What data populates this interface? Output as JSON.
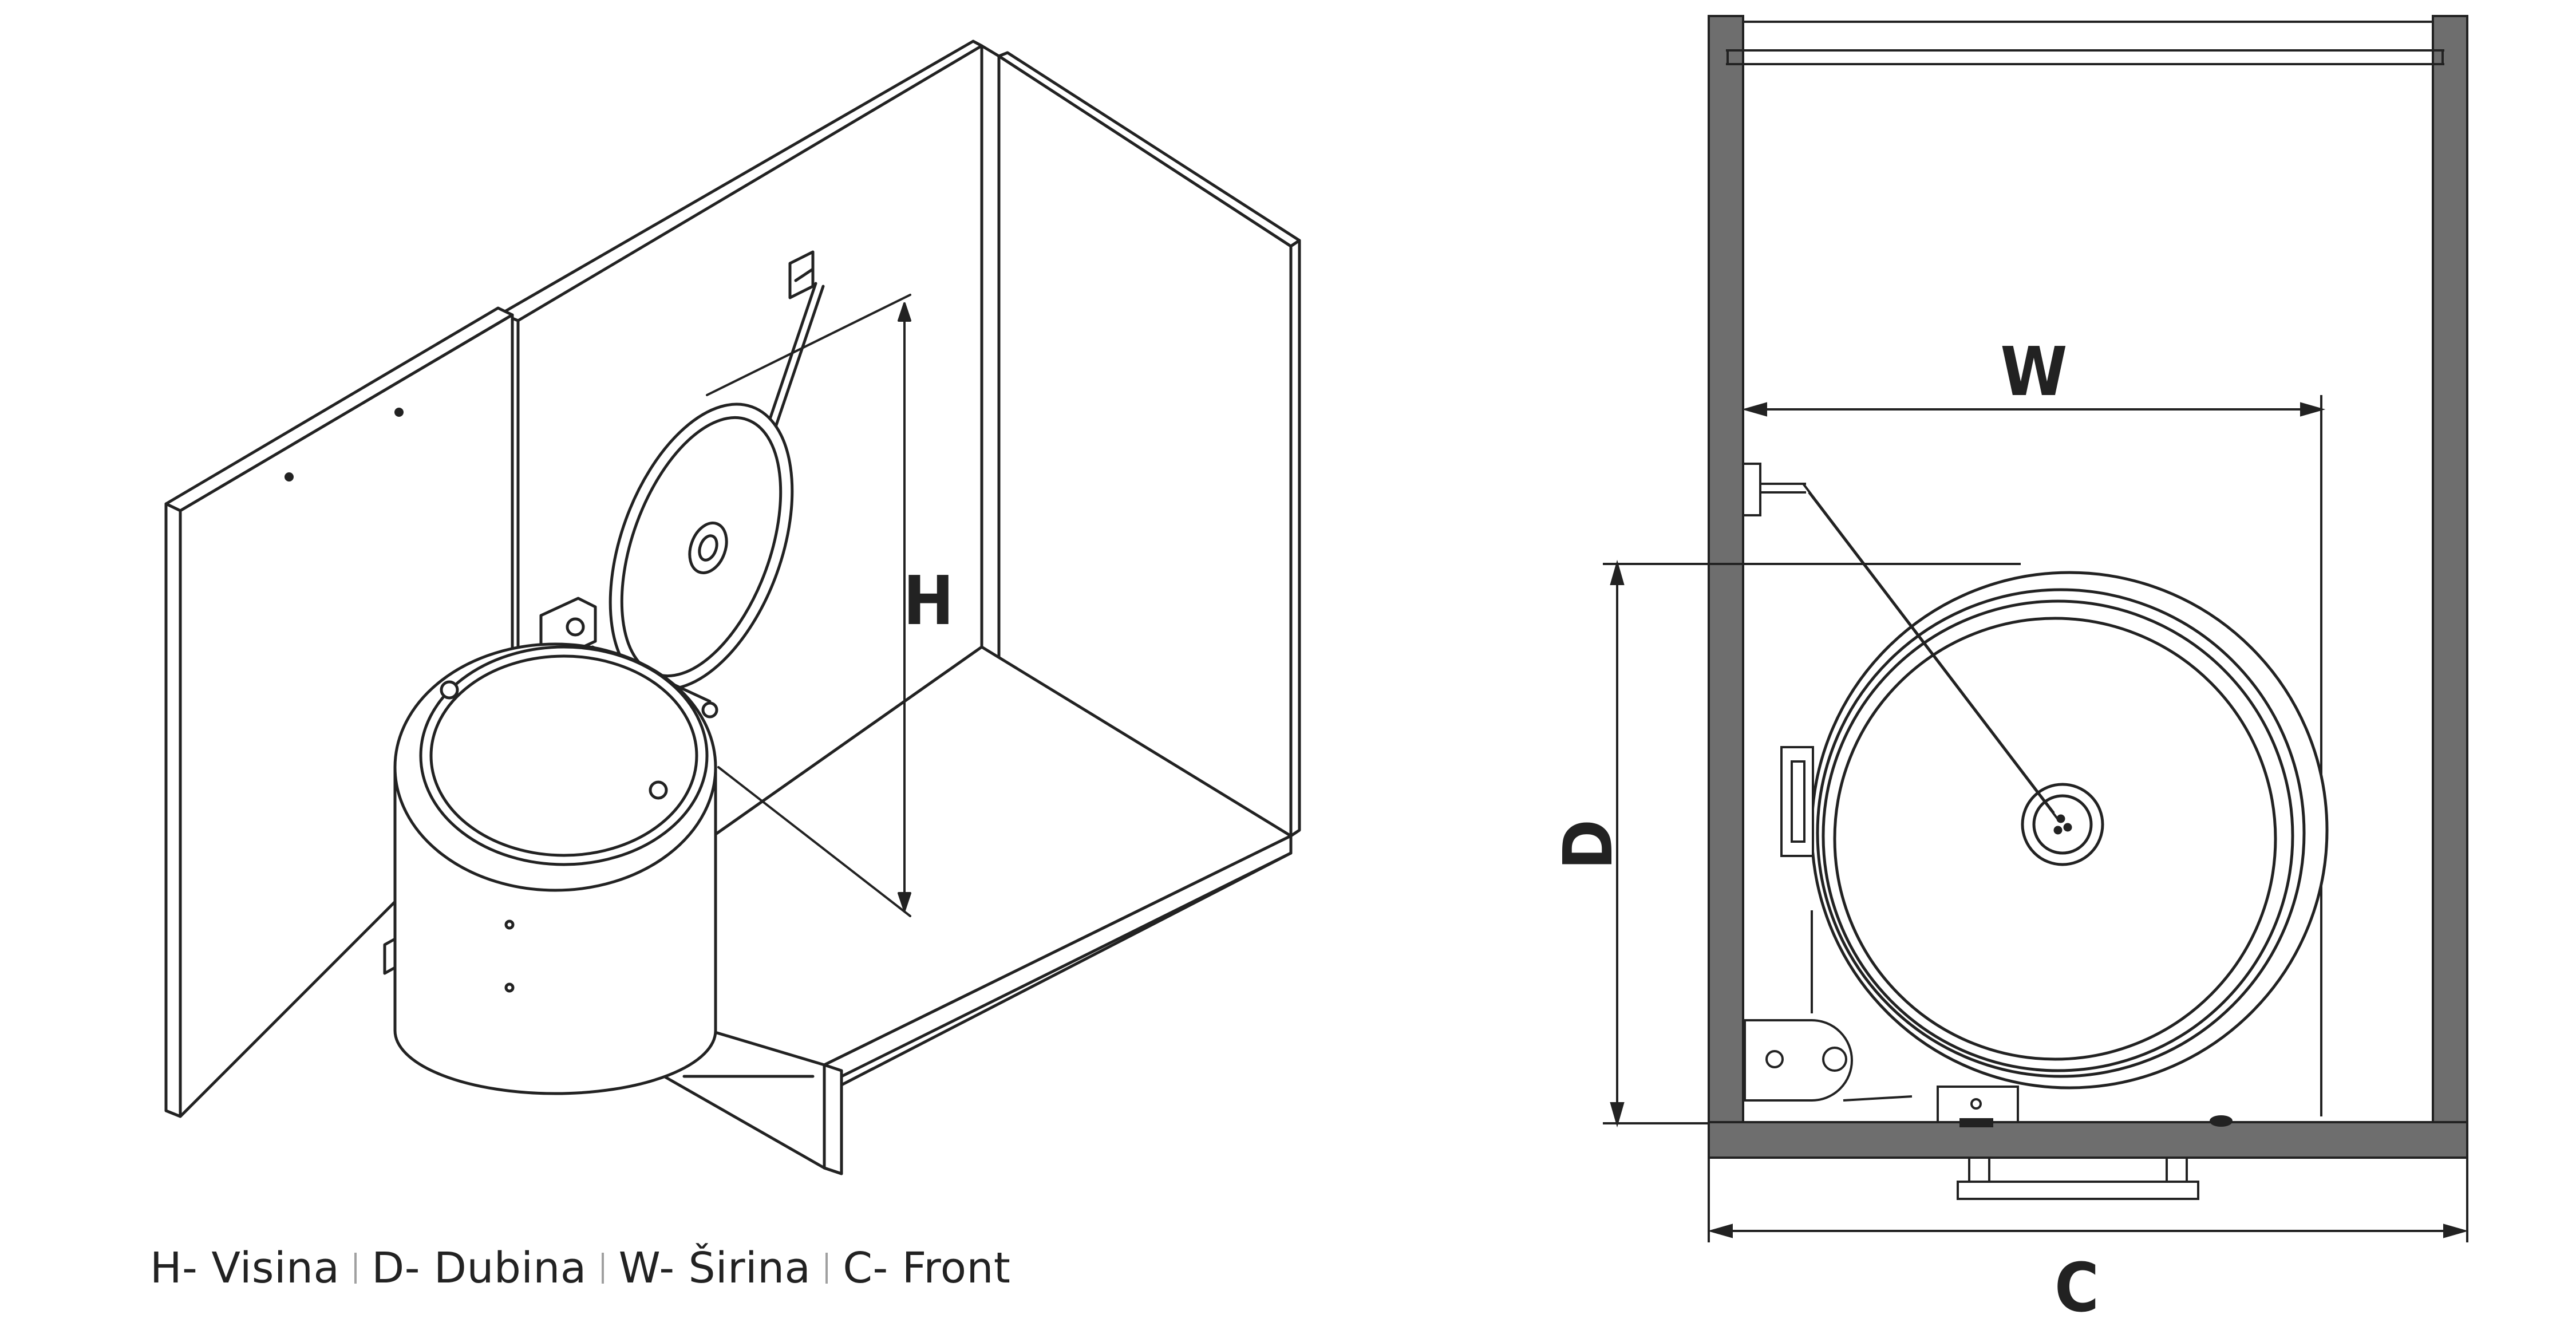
{
  "labels": {
    "height": "H",
    "width": "W",
    "depth": "D",
    "front": "C"
  },
  "legend": {
    "items": [
      "H- Visina",
      "D- Dubina",
      "W- Širina",
      "C- Front"
    ]
  },
  "colors": {
    "line": "#222222",
    "wall_fill": "#6e6e6e",
    "background": "#ffffff"
  }
}
